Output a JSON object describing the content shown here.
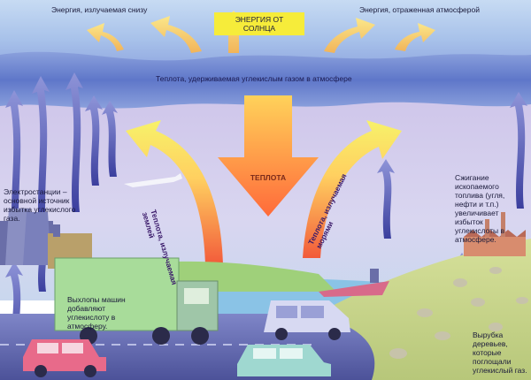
{
  "top_labels": {
    "emitted_from_below": "Энергия, излучаемая снизу",
    "sun_energy": "ЭНЕРГИЯ ОТ СОЛНЦА",
    "reflected_by_atmosphere": "Энергия, отраженная атмосферой"
  },
  "atmosphere_label": "Теплота, удерживаемая углекислым газом в атмосфере",
  "heat_label": "ТЕПЛОТА",
  "heat_from_land": "Теплота, излучаемая землей",
  "heat_from_seas": "Теплота, излучаемая морями",
  "power_plants": "Электростанции – основной источник избытка углекислого газа.",
  "car_exhaust": "Выхлопы машин добавляют углекислоту в атмосферу.",
  "fossil_fuel": "Сжигание ископаемого топлива (угля, нефти и т.п.) увеличивает избыток углекислоты в атмосфере.",
  "deforestation": "Вырубка деревьев, которые поглощали углекислый газ.",
  "colors": {
    "sky_top": "#bcd2ee",
    "atmosphere": "#5f77c9",
    "sun_box": "#f6ec3a",
    "heat_arrow_top": "#ffd25a",
    "heat_arrow_bottom": "#ff6a3a",
    "truck": "#a8dc9a",
    "sea": "#8ac3e6",
    "hill": "#c7d98c"
  },
  "icons": [
    "sun-energy-arrow",
    "heat-arrow",
    "co2-arrow",
    "power-plant",
    "factory",
    "truck",
    "car",
    "van",
    "ship",
    "airplane",
    "tree-stump"
  ]
}
